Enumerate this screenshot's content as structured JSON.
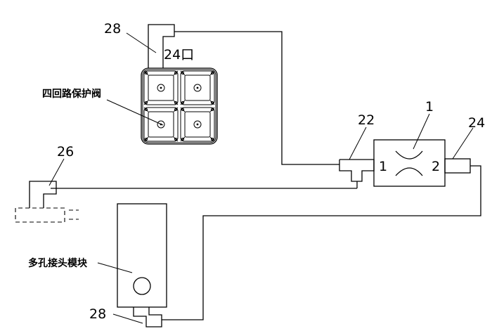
{
  "labels": {
    "ref_28_top": "28",
    "port_24": "24口",
    "four_circuit_valve": "四回路保护阀",
    "ref_22": "22",
    "ref_1": "1",
    "ref_24": "24",
    "port_1": "1",
    "port_2": "2",
    "ref_26": "26",
    "multi_hole_module": "多孔接头模块",
    "ref_28_bottom": "28"
  }
}
